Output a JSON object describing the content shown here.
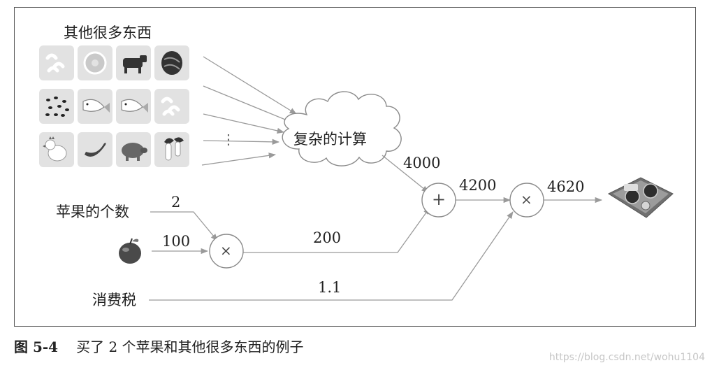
{
  "inputs": {
    "others_label": "其他很多东西",
    "apple_count_label": "苹果的个数",
    "tax_label": "消费税",
    "food_icons": [
      [
        "macaroni-icon",
        "donut-icon",
        "cow-icon",
        "walnut-icon"
      ],
      [
        "beans-icon",
        "fish-icon",
        "fish-icon",
        "macaroni-icon"
      ],
      [
        "chicken-icon",
        "banana-icon",
        "pig-icon",
        "mushroom-icon"
      ]
    ],
    "ellipsis": "⋮"
  },
  "nodes": {
    "complex_calc": "复杂的计算",
    "multiply_symbol": "×",
    "add_symbol": "+",
    "multiply2_symbol": "×"
  },
  "edge_values": {
    "apple_count": "2",
    "apple_price": "100",
    "apple_total": "200",
    "others_total": "4000",
    "subtotal": "4200",
    "tax_rate": "1.1",
    "final": "4620"
  },
  "caption": {
    "figure_number": "图 5-4",
    "text": "买了 2 个苹果和其他很多东西的例子"
  },
  "watermark": "https://blog.csdn.net/wohu1104"
}
